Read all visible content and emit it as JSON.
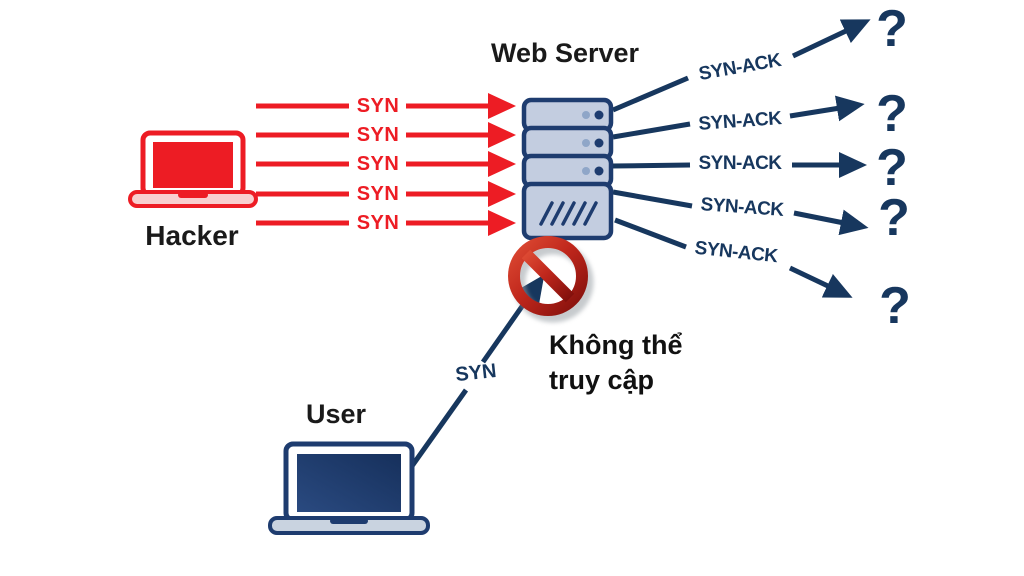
{
  "diagram": {
    "title": "Web Server",
    "hacker": {
      "label": "Hacker",
      "icon": "laptop-icon"
    },
    "user": {
      "label": "User",
      "icon": "laptop-icon"
    },
    "server": {
      "icon": "server-stack-icon"
    },
    "attack_arrows": [
      {
        "label": "SYN"
      },
      {
        "label": "SYN"
      },
      {
        "label": "SYN"
      },
      {
        "label": "SYN"
      },
      {
        "label": "SYN"
      }
    ],
    "response_arrows": [
      {
        "label": "SYN-ACK",
        "target": "?"
      },
      {
        "label": "SYN-ACK",
        "target": "?"
      },
      {
        "label": "SYN-ACK",
        "target": "?"
      },
      {
        "label": "SYN-ACK",
        "target": "?"
      },
      {
        "label": "SYN-ACK",
        "target": "?"
      }
    ],
    "user_request": {
      "label": "SYN",
      "status": "blocked",
      "icon": "no-entry-icon"
    },
    "blocked_message": {
      "line1": "Không thể",
      "line2": "truy cập"
    },
    "colors": {
      "attack_red": "#ed1c24",
      "response_navy": "#17375e",
      "text_black": "#1a1a1a",
      "server_fill": "#c3cde0",
      "server_border": "#1e3c6f",
      "no_entry_red": "#b01e14"
    }
  }
}
